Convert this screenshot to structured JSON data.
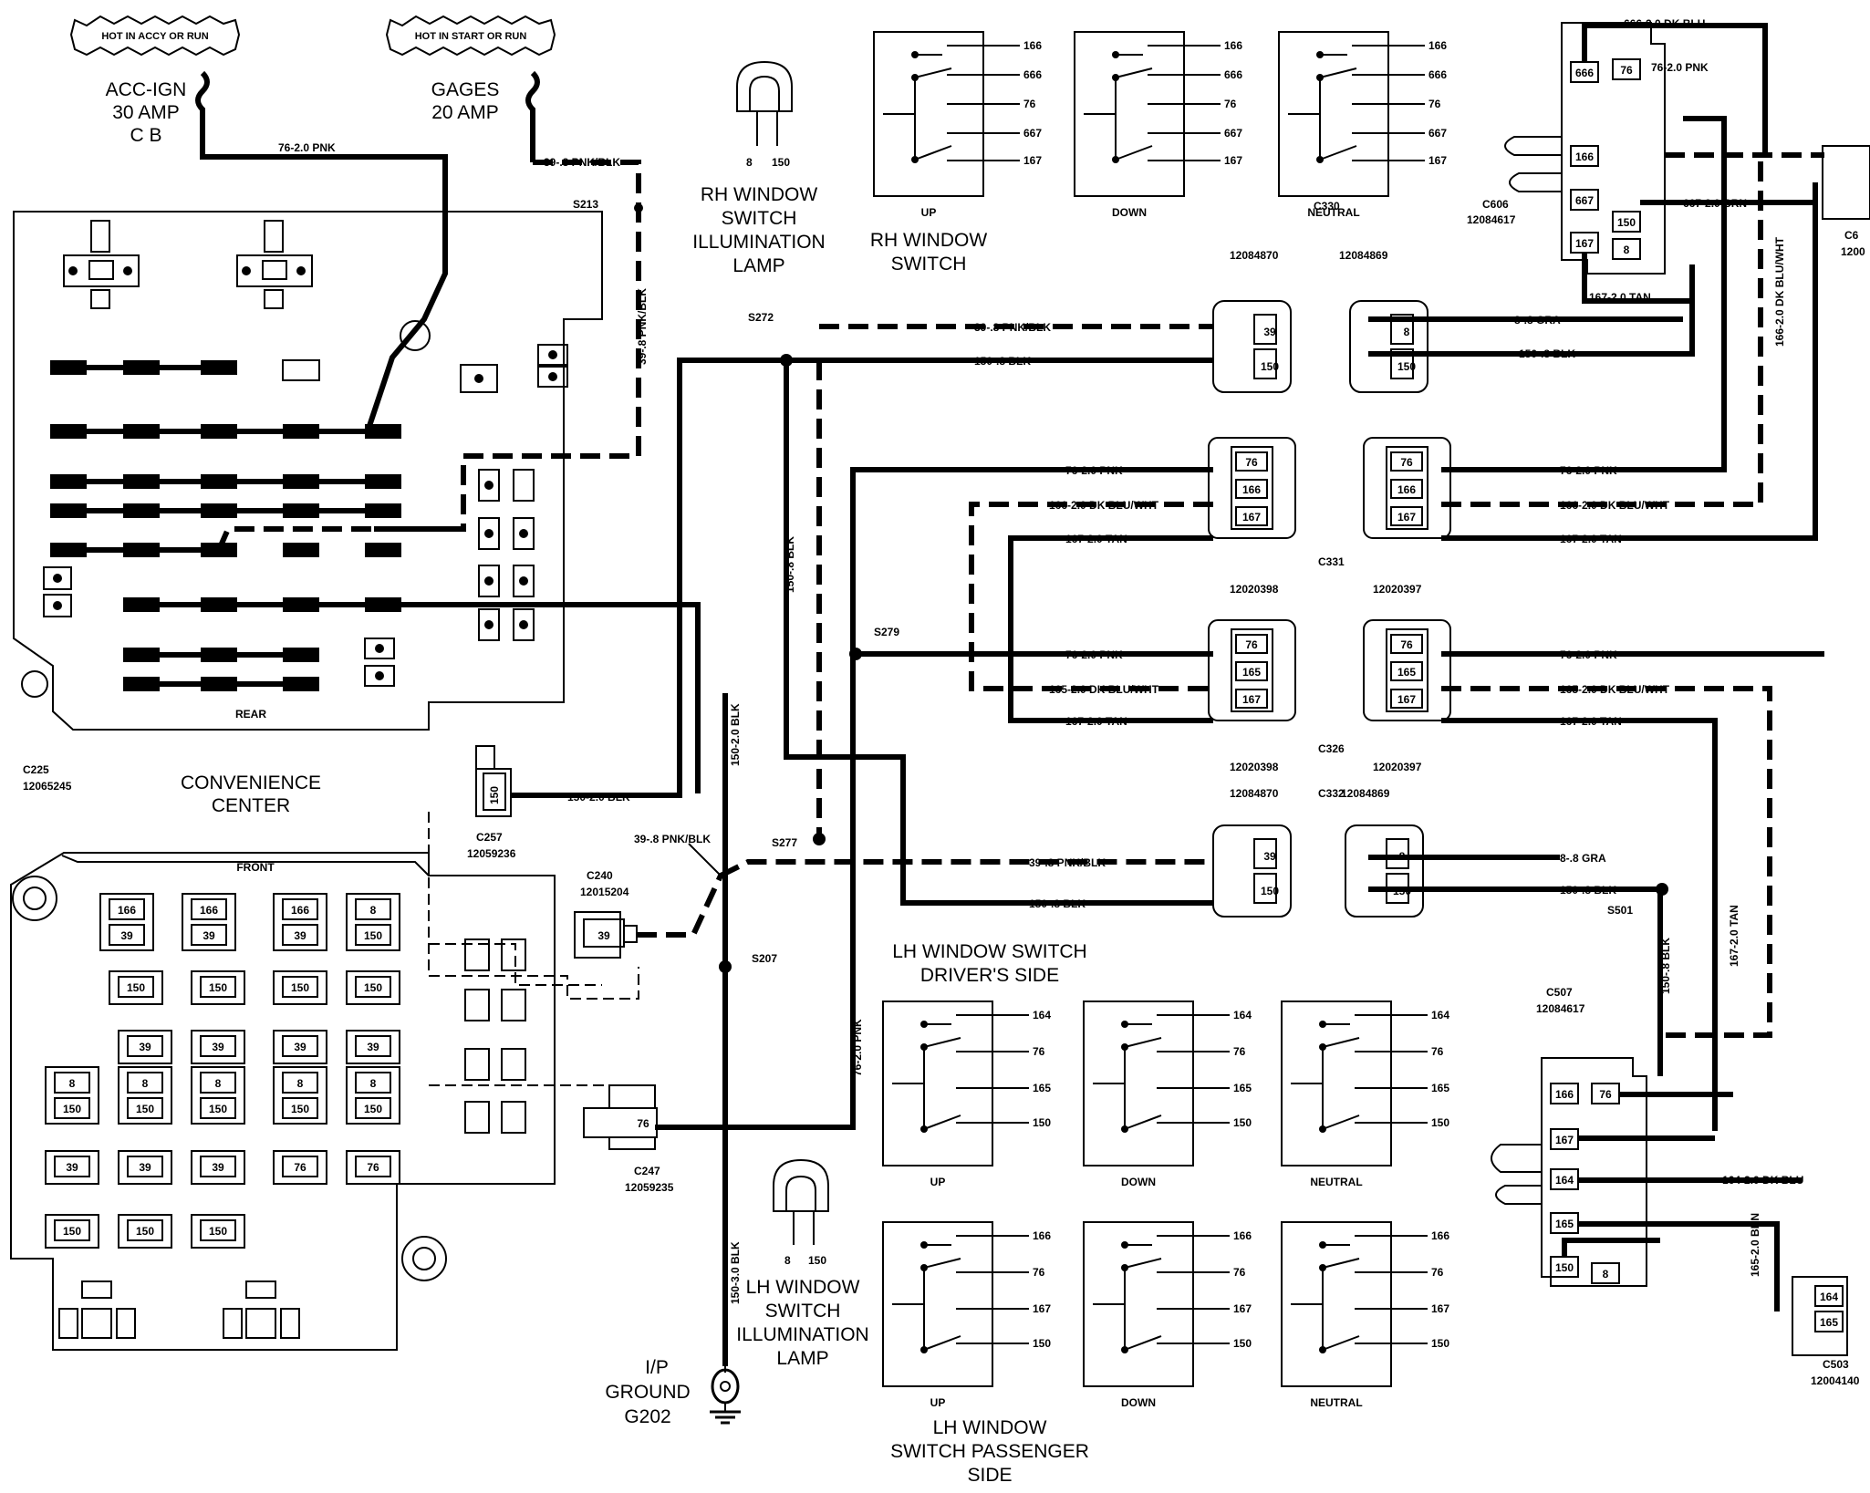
{
  "fuses": {
    "acc_ign": {
      "hot": "HOT IN ACCY OR RUN",
      "name": "ACC-IGN",
      "rating": "30 AMP",
      "type": "C B"
    },
    "gages": {
      "hot": "HOT IN START OR RUN",
      "name": "GAGES",
      "rating": "20 AMP"
    }
  },
  "convenience_center": {
    "title_1": "CONVENIENCE",
    "title_2": "CENTER",
    "rear": "REAR",
    "front": "FRONT",
    "connector": "C225",
    "part": "12065245"
  },
  "splices": {
    "s213": "S213",
    "s272": "S272",
    "s279": "S279",
    "s277": "S277",
    "s207": "S207",
    "s501": "S501"
  },
  "wires": {
    "w76_pnk": "76-2.0 PNK",
    "w39_pnkblk": "39-.8 PNK/BLK",
    "w150_blk_2": "150-2.0 BLK",
    "w150_blk_08": "150-.8 BLK",
    "w150_blk_3": "150-3.0 BLK",
    "w8_gra": "8-.8 GRA",
    "w166_dkbluwht": "166-2.0 DK BLU/WHT",
    "w165_dkbluwht": "165-2.0 DK BLU/WHT",
    "w167_tan": "167-2.0 TAN",
    "w666_dkblu": "666-2.0 DK BLU",
    "w667_brn": "667-2.0 BRN",
    "w164_dkblu": "164-2.0 DK BLU",
    "w165_brn": "165-2.0 BRN",
    "w166_vert": "166-2.0 DK BLU/WHT"
  },
  "connectors": {
    "c257": {
      "name": "C257",
      "part": "12059236"
    },
    "c240": {
      "name": "C240",
      "part": "12015204"
    },
    "c247": {
      "name": "C247",
      "part": "12059235"
    },
    "c330": {
      "name": "C330",
      "part_a": "12084870",
      "part_b": "12084869"
    },
    "c331": {
      "name": "C331",
      "part_a": "12020398",
      "part_b": "12020397"
    },
    "c326": {
      "name": "C326",
      "part_a": "12020398",
      "part_b": "12020397"
    },
    "c332": {
      "name": "C332",
      "part_a": "12084870",
      "part_b": "12084869"
    },
    "c606": {
      "name": "C606",
      "part": "12084617"
    },
    "c507": {
      "name": "C507",
      "part": "12084617"
    },
    "c503": {
      "name": "C503",
      "part": "12004140"
    },
    "c6xx": {
      "name": "C6",
      "part": "1200"
    }
  },
  "switches": {
    "rh_lamp": {
      "line1": "RH WINDOW",
      "line2": "SWITCH",
      "line3": "ILLUMINATION",
      "line4": "LAMP",
      "p1": "8",
      "p2": "150"
    },
    "rh_switch": {
      "line1": "RH WINDOW",
      "line2": "SWITCH"
    },
    "lh_lamp": {
      "line1": "LH WINDOW",
      "line2": "SWITCH",
      "line3": "ILLUMINATION",
      "line4": "LAMP",
      "p1": "8",
      "p2": "150"
    },
    "lh_driver": {
      "line1": "LH WINDOW SWITCH",
      "line2": "DRIVER'S SIDE"
    },
    "lh_pass": {
      "line1": "LH WINDOW",
      "line2": "SWITCH PASSENGER",
      "line3": "SIDE"
    },
    "positions": {
      "up": "UP",
      "down": "DOWN",
      "neutral": "NEUTRAL"
    }
  },
  "ground": {
    "line1": "I/P",
    "line2": "GROUND",
    "line3": "G202"
  },
  "pins": {
    "p166": "166",
    "p666": "666",
    "p76": "76",
    "p667": "667",
    "p167": "167",
    "p164": "164",
    "p165": "165",
    "p150": "150",
    "p39": "39",
    "p8": "8"
  }
}
